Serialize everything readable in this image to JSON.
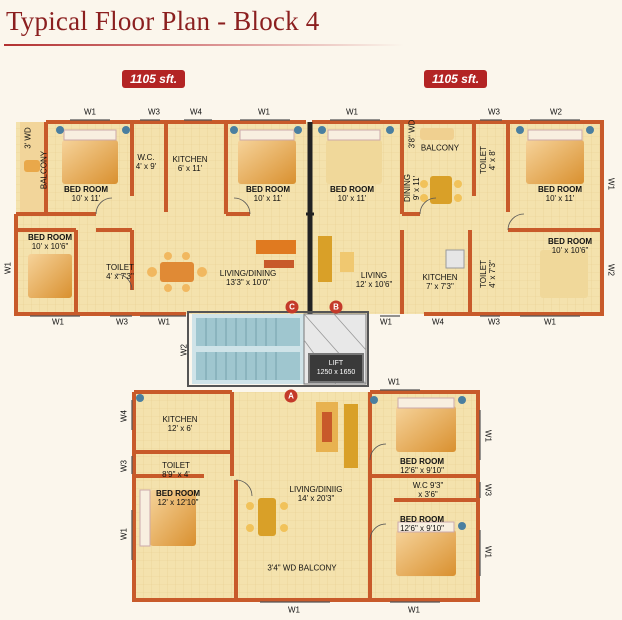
{
  "title": "Typical Floor Plan - Block 4",
  "area_left": "1105 sft.",
  "area_right": "1105 sft.",
  "colors": {
    "title": "#8b1f1f",
    "badge": "#b32424",
    "wall": "#c85a2a",
    "floor": "#f3dfa8",
    "stair": "#9fc6cf"
  },
  "unit_a": {
    "bed1": {
      "name": "BED ROOM",
      "size": "10' x 11'"
    },
    "bed2": {
      "name": "BED ROOM",
      "size": "10' x 10'6\""
    },
    "bed3": {
      "name": "BED ROOM",
      "size": "10' x 11'"
    },
    "wc": {
      "name": "W.C.",
      "size": "4' x 9'"
    },
    "kitchen": {
      "name": "KITCHEN",
      "size": "6' x 11'"
    },
    "balcony": "BALCONY",
    "balcony_wd": "3' WD",
    "toilet": {
      "name": "TOILET",
      "size": "4' x 7'3\""
    },
    "living": {
      "name": "LIVING/DINING",
      "size": "13'3\" x 10'0\""
    }
  },
  "unit_b": {
    "bed1": {
      "name": "BED ROOM",
      "size": "10' x 11'"
    },
    "bed2": {
      "name": "BED ROOM",
      "size": "10' x 11'"
    },
    "bed3": {
      "name": "BED ROOM",
      "size": "10' x 10'6\""
    },
    "dining": {
      "name": "DINING",
      "size": "9' x 11'"
    },
    "balcony": "BALCONY",
    "balcony_wd": "3'8\" WD",
    "toilet1": {
      "name": "TOILET",
      "size": "4' x 8'"
    },
    "toilet2": {
      "name": "TOILET",
      "size": "4' x 7'3\""
    },
    "living": {
      "name": "LIVING",
      "size": "12' x 10'6\""
    },
    "kitchen": {
      "name": "KITCHEN",
      "size": "7' x 7'3\""
    }
  },
  "unit_c": {
    "kitchen": {
      "name": "KITCHEN",
      "size": "12' x 6'"
    },
    "toilet": {
      "name": "TOILET",
      "size": "8'9\" x 4'"
    },
    "bed1": {
      "name": "BED ROOM",
      "size": "12' x 12'10\""
    },
    "living": {
      "name": "LIVING/DINIIG",
      "size": "14' x 20'3\""
    },
    "bed2": {
      "name": "BED ROOM",
      "size": "12'6\" x 9'10\""
    },
    "wc": {
      "name": "W.C 9'3\"",
      "size": "x 3'6\""
    },
    "bed3": {
      "name": "BED ROOM",
      "size": "12'6\" x 9'10\""
    },
    "balcony": "3'4\" WD BALCONY"
  },
  "lift": {
    "name": "LIFT",
    "size": "1250 x 1650"
  },
  "markers": {
    "a": "A",
    "b": "B",
    "c": "C"
  },
  "windows": {
    "w1": "W1",
    "w2": "W2",
    "w3": "W3",
    "w4": "W4"
  }
}
